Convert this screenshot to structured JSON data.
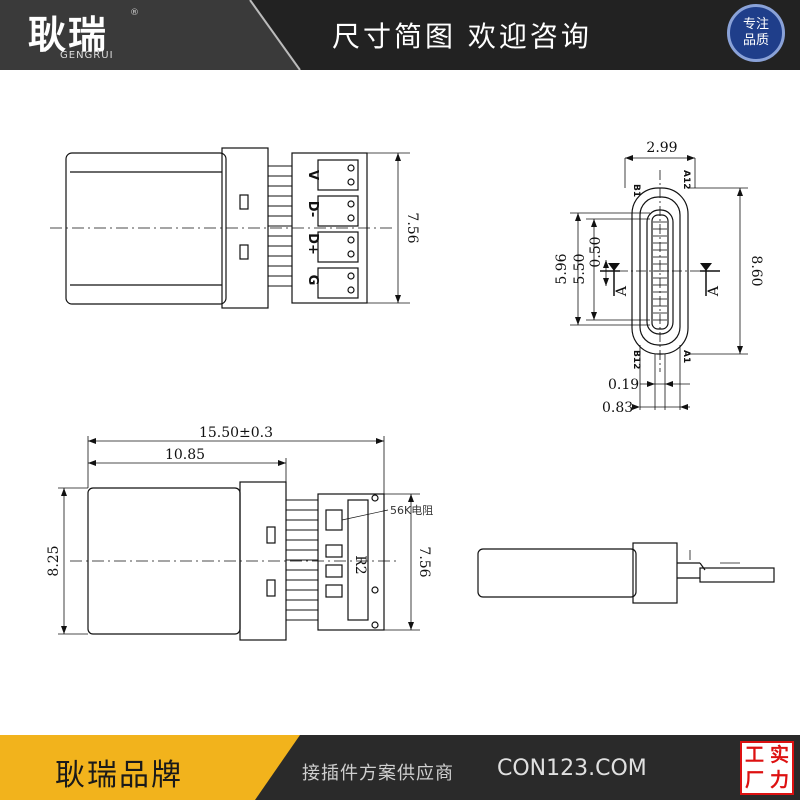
{
  "header": {
    "brand_cn": "耿瑞",
    "brand_registered": "®",
    "brand_en": "GENGRUI",
    "title": "尺寸简图 欢迎咨询",
    "badge_line1": "专注",
    "badge_line2": "品质"
  },
  "drawing": {
    "top_view": {
      "pins": [
        "V",
        "D-",
        "D+",
        "G"
      ],
      "dim_height": "7.56"
    },
    "end_view": {
      "dim_width": "2.99",
      "dim_5_96": "5.96",
      "dim_5_50": "5.50",
      "dim_0_50": "0.50",
      "dim_8_60": "8.60",
      "dim_0_19": "0.19",
      "dim_0_83": "0.83",
      "label_b1": "B1",
      "label_a12": "A12",
      "label_b12": "B12",
      "label_a1": "A1",
      "section_mark": "A"
    },
    "bottom_view": {
      "dim_total": "15.50±0.3",
      "dim_body": "10.85",
      "dim_height": "8.25",
      "dim_pcb": "7.56",
      "resistor_note": "56K电阻",
      "resistor_ref": "R2"
    }
  },
  "footer": {
    "brand": "耿瑞品牌",
    "slogan": "接插件方案供应商",
    "site": "CON123.COM",
    "stamp": [
      "工",
      "实",
      "厂",
      "力"
    ]
  },
  "colors": {
    "header_bg": "#222222",
    "footer_accent": "#f2b31c",
    "stamp_red": "#dd1111",
    "badge_blue": "#1f3e8a"
  }
}
